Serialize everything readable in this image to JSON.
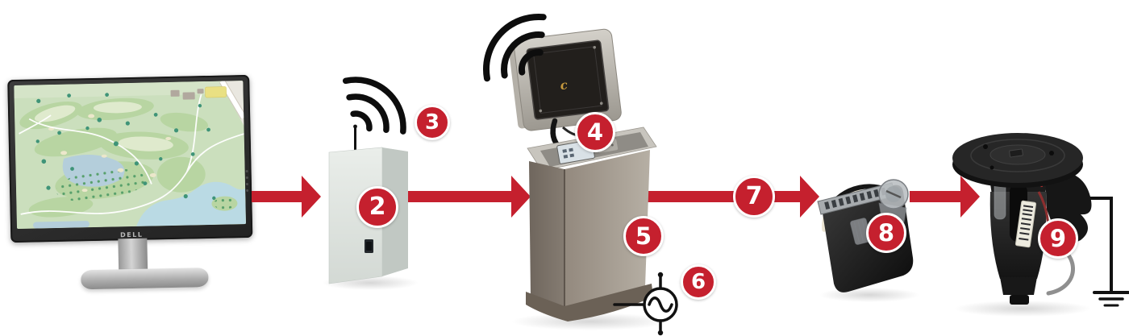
{
  "colors": {
    "accent_red": "#c5202e",
    "line_black": "#111111"
  },
  "monitor": {
    "brand": "DELL"
  },
  "controller": {
    "lid_logo": "c"
  },
  "steps": {
    "gateway": "2",
    "gateway_signal": "3",
    "controller_panel": "4",
    "controller_pedestal": "5",
    "power_source": "6",
    "field_wiring": "7",
    "smart_module": "8",
    "sprinkler": "9"
  },
  "icons": {
    "wireless_signal": "radio-waves-icon",
    "power": "ac-power-source-icon",
    "ground": "earth-ground-icon",
    "flow": "red-arrow-icon"
  }
}
